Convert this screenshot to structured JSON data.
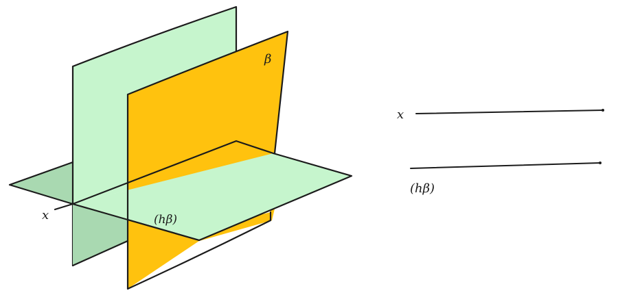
{
  "diagram": {
    "left_view": {
      "label_beta": "β",
      "label_x": "x",
      "label_trace": "(hβ)"
    },
    "right_view": {
      "label_x": "x",
      "label_trace": "(hβ)"
    },
    "colors": {
      "green_plane": "#c6f5cd",
      "green_shadow": "#a9d9b1",
      "orange_plane": "#ffc20e",
      "stroke": "#1b1b1b",
      "background": "#ffffff"
    }
  }
}
